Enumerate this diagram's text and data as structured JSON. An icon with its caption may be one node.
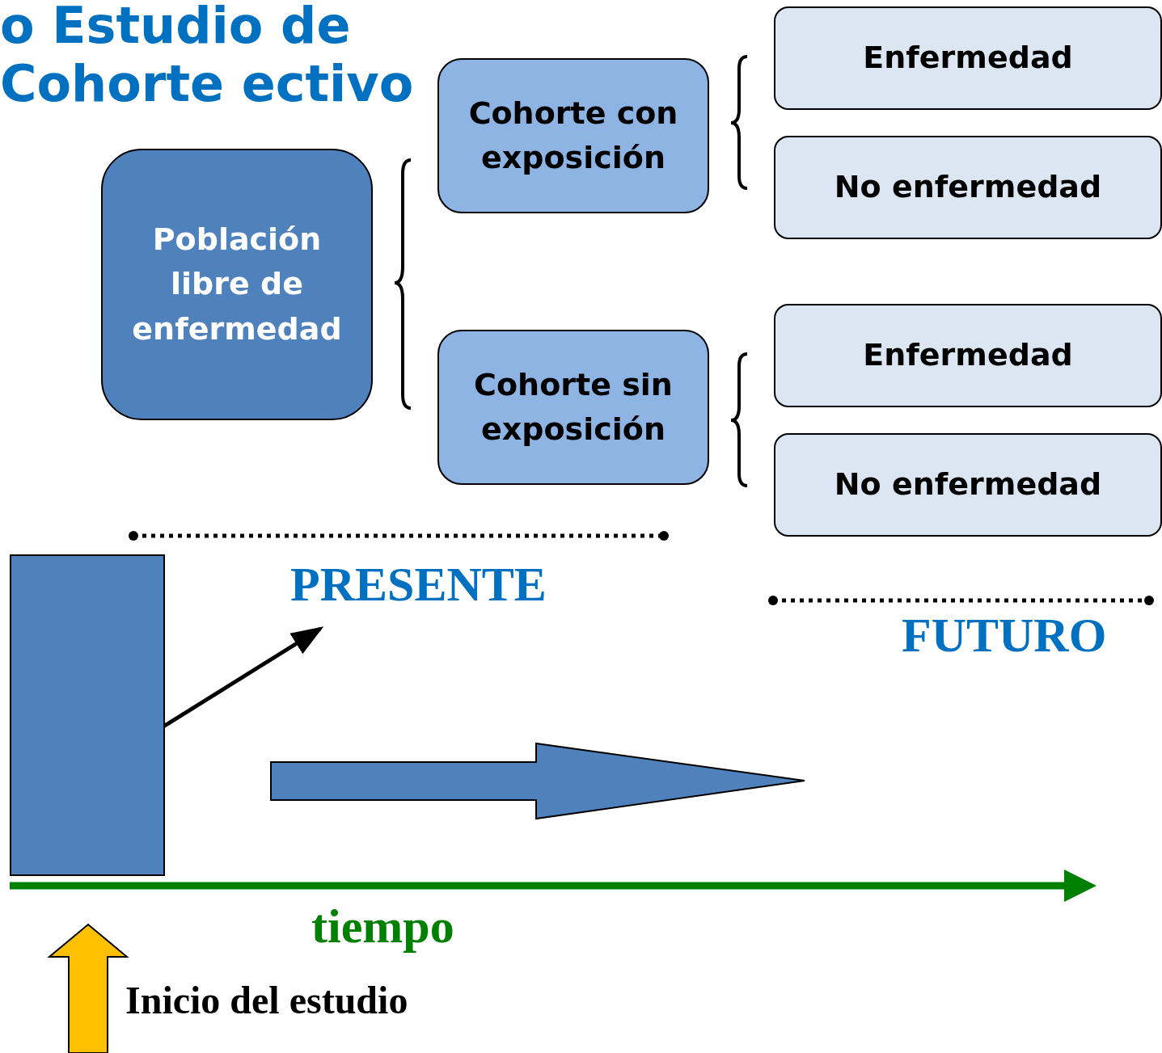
{
  "diagram": {
    "title": "o Estudio de Cohorte ectivo",
    "nodes": [
      {
        "text": [
          "Población libre de enfermedad"
        ]
      },
      {
        "text": [
          "Cohorte con exposición"
        ]
      },
      {
        "text": [
          "Cohorte sin exposición"
        ]
      },
      {
        "text": [
          "Enfermedad"
        ]
      },
      {
        "text": [
          "No enfermedad"
        ]
      },
      {
        "text": [
          "Enfermedad"
        ]
      },
      {
        "text": [
          "No enfermedad"
        ]
      },
      {
        "text": [],
        "shape": "box"
      },
      {
        "text": [
          "PRESENTE"
        ]
      }
    ],
    "edges": [
      {
        "from": 7,
        "to": 8,
        "arrow": "to"
      }
    ],
    "labels": [
      "FUTURO",
      "tiempo",
      "Inicio del estudio"
    ]
  }
}
